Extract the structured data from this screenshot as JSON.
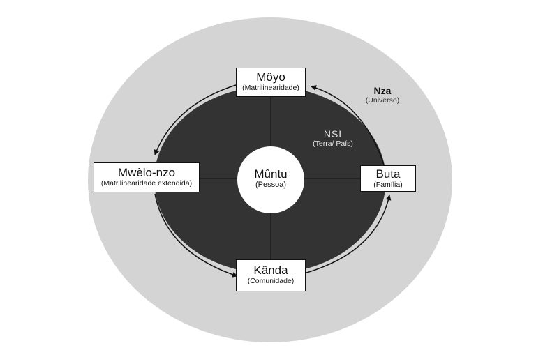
{
  "outer": {
    "name": "Nza",
    "sub": "(Universo)"
  },
  "middle": {
    "name": "NSI",
    "sub": "(Terra/ País)"
  },
  "center": {
    "name": "Mûntu",
    "sub": "(Pessoa)"
  },
  "boxes": {
    "top": {
      "name": "Môyo",
      "sub": "(Matrilinearidade)"
    },
    "left": {
      "name": "Mwèlo-nzo",
      "sub": "(Matrilinearidade extendida)"
    },
    "right": {
      "name": "Buta",
      "sub": "(Família)"
    },
    "bottom": {
      "name": "Kânda",
      "sub": "(Comunidade)"
    }
  },
  "colors": {
    "outer_ring": "#d4d4d4",
    "inner_ring": "#333333",
    "center": "#ffffff",
    "ink": "#111111"
  }
}
